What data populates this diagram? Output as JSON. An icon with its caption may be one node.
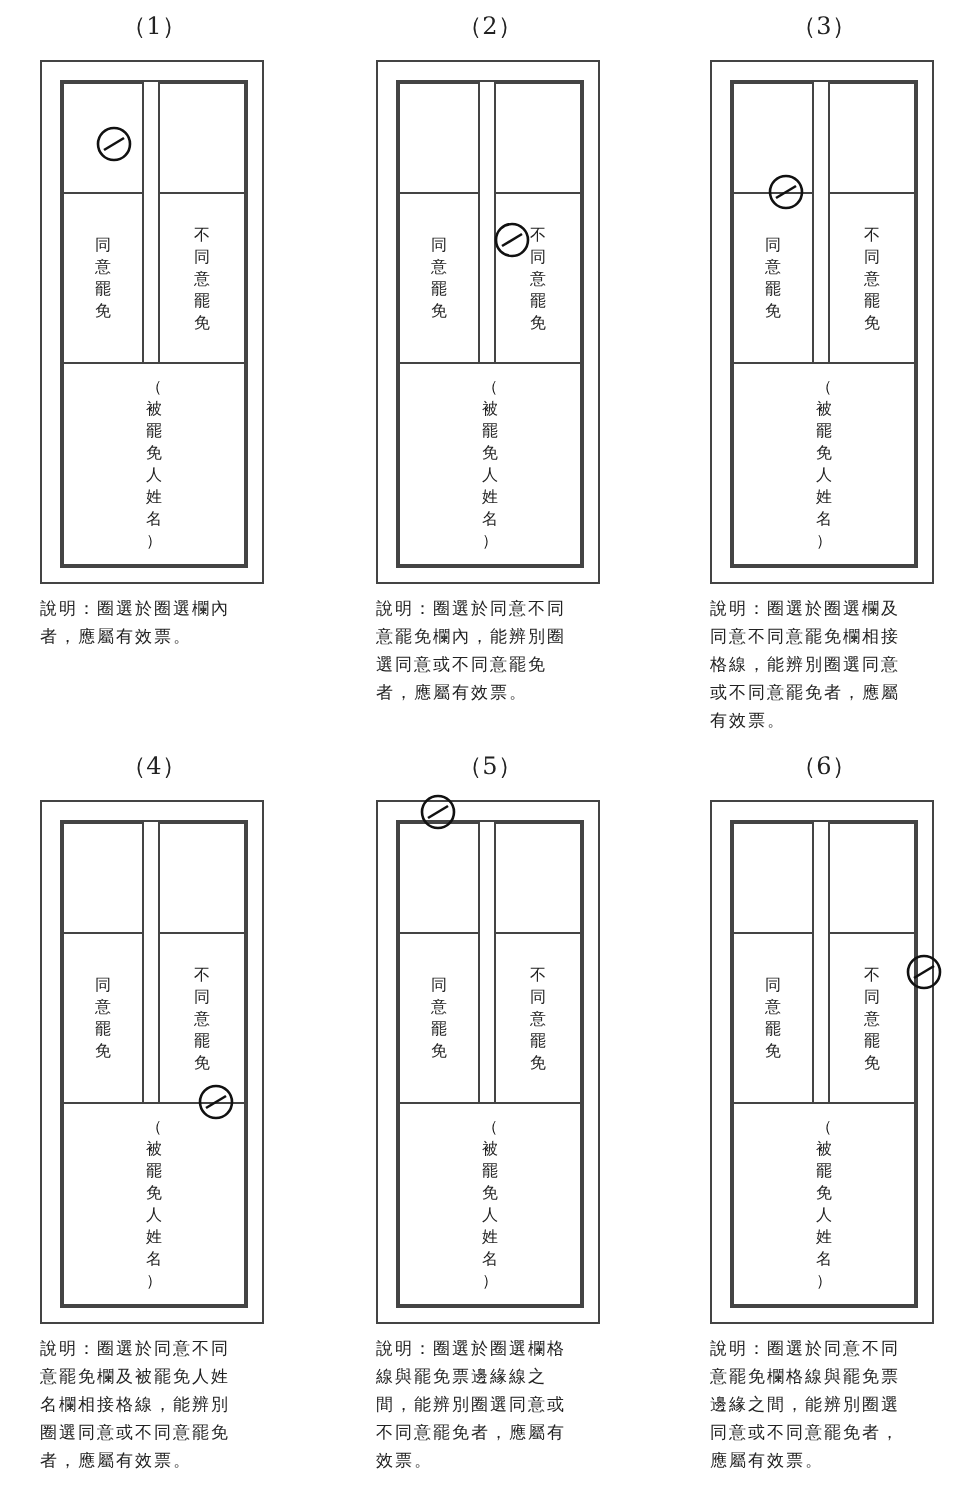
{
  "diagram": {
    "nodes": [
      {
        "text": [
          "（1）"
        ],
        "beside": [
          "說明：圈選於圈選欄內者，應屬有效票。"
        ]
      },
      {
        "text": [],
        "shape": "box",
        "in": 0
      },
      {
        "text": [],
        "shape": "box",
        "in": 0
      },
      {
        "text": [
          "同意罷免"
        ],
        "in": 0
      },
      {
        "text": [
          "不同意罷免"
        ],
        "in": 0
      },
      {
        "text": [
          "（被罷免人姓名）"
        ],
        "in": 0
      },
      {
        "text": [],
        "shape": "circle",
        "in": 1
      },
      {
        "text": [
          "（2）"
        ],
        "beside": [
          "說明：圈選於同意不同意罷免欄內，能辨別圈選同意或不同意罷免者，應屬有效票。"
        ]
      },
      {
        "text": [],
        "shape": "box",
        "in": 7
      },
      {
        "text": [],
        "shape": "box",
        "in": 7
      },
      {
        "text": [
          "同意罷免"
        ],
        "in": 7
      },
      {
        "text": [
          "不同意罷免"
        ],
        "in": 7
      },
      {
        "text": [
          "（被罷免人姓名）"
        ],
        "in": 7
      },
      {
        "text": [],
        "shape": "circle",
        "in": 11
      },
      {
        "text": [
          "（3）"
        ],
        "beside": [
          "說明：圈選於圈選欄及同意不同意罷免欄相接格線，能辨別圈選同意或不同意罷免者，應屬有效票。"
        ]
      },
      {
        "text": [],
        "shape": "box",
        "in": 14
      },
      {
        "text": [],
        "shape": "box",
        "in": 14
      },
      {
        "text": [
          "同意罷免"
        ],
        "in": 14
      },
      {
        "text": [
          "不同意罷免"
        ],
        "in": 14
      },
      {
        "text": [
          "（被罷免人姓名）"
        ],
        "in": 14
      },
      {
        "text": [],
        "shape": "circle",
        "in": 14
      },
      {
        "text": [
          "（4）"
        ],
        "beside": [
          "說明：圈選於同意不同意罷免欄及被罷免人姓名欄相接格線，能辨別圈選同意或不同意罷免者，應屬有效票。"
        ]
      },
      {
        "text": [],
        "shape": "box",
        "in": 21
      },
      {
        "text": [],
        "shape": "box",
        "in": 21
      },
      {
        "text": [
          "同意罷免"
        ],
        "in": 21
      },
      {
        "text": [
          "不同意罷免"
        ],
        "in": 21
      },
      {
        "text": [
          "（被罷免人姓名）"
        ],
        "in": 21
      },
      {
        "text": [],
        "shape": "circle",
        "in": 21
      },
      {
        "text": [
          "（5）"
        ],
        "beside": [
          "說明：圈選於圈選欄格線與罷免票邊緣線之間，能辨別圈選同意或不同意罷免者，應屬有效票。"
        ]
      },
      {
        "text": [],
        "shape": "box",
        "in": 28
      },
      {
        "text": [],
        "shape": "box",
        "in": 28
      },
      {
        "text": [
          "同意罷免"
        ],
        "in": 28
      },
      {
        "text": [
          "不同意罷免"
        ],
        "in": 28
      },
      {
        "text": [
          "（被罷免人姓名）"
        ],
        "in": 28
      },
      {
        "text": [],
        "shape": "circle",
        "in": 28
      },
      {
        "text": [
          "（6）"
        ],
        "beside": [
          "說明：圈選於同意不同意罷免欄格線與罷免票邊緣之間，能辨別圈選同意或不同意罷免者，應屬有效票。"
        ]
      },
      {
        "text": [],
        "shape": "box",
        "in": 35
      },
      {
        "text": [],
        "shape": "box",
        "in": 35
      },
      {
        "text": [
          "同意罷免"
        ],
        "in": 35
      },
      {
        "text": [
          "不同意罷免"
        ],
        "in": 35
      },
      {
        "text": [
          "（被罷免人姓名）"
        ],
        "in": 35
      },
      {
        "text": [],
        "shape": "circle",
        "in": 35
      }
    ],
    "edges": []
  }
}
